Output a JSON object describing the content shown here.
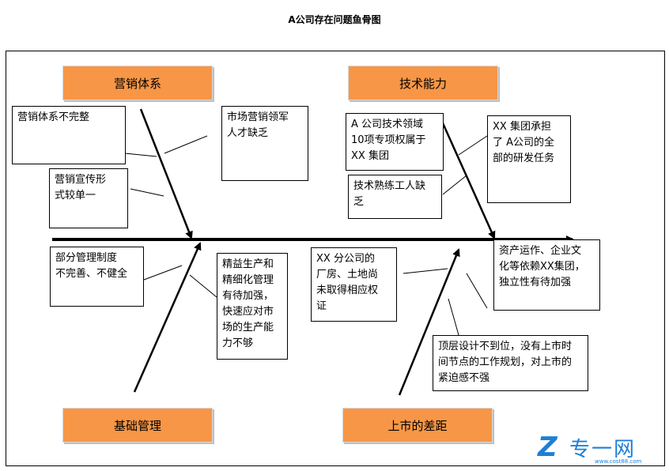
{
  "title": "A公司存在问题鱼骨图",
  "categories": {
    "marketing": "营销体系",
    "technology": "技术能力",
    "management": "基础管理",
    "listing": "上市的差距"
  },
  "causes": {
    "marketing_incomplete": "营销体系不完整",
    "marketing_talent": "市场营销领军\n人才缺乏",
    "marketing_promotion": "营销宣传形\n式较单一",
    "tech_patents": "A 公司技术领域\n10项专项权属于\nXX 集团",
    "tech_group_rd": "XX 集团承担\n了 A公司的全\n部的研发任务",
    "tech_skilled_workers": "技术熟练工人缺\n乏",
    "mgmt_system": "部分管理制度\n不完善、不健全",
    "mgmt_lean": "精益生产和\n精细化管理\n有待加强，\n快速应对市\n场的生产能\n力不够",
    "listing_property": "XX 分公司的\n厂房、土地尚\n未取得相应权\n证",
    "listing_independence": "资产运作、企业文\n化等依赖XX集团，\n独立性有待加强",
    "listing_design": "顶层设计不到位，没有上市时\n间节点的工作规划，对上市的\n紧迫感不强"
  },
  "watermark": {
    "mark": "Z",
    "text": "专一网",
    "url": "www.cost88.com"
  },
  "colors": {
    "category_fill": "#f79646",
    "line": "#000000",
    "logo": "#1e7fd6"
  }
}
